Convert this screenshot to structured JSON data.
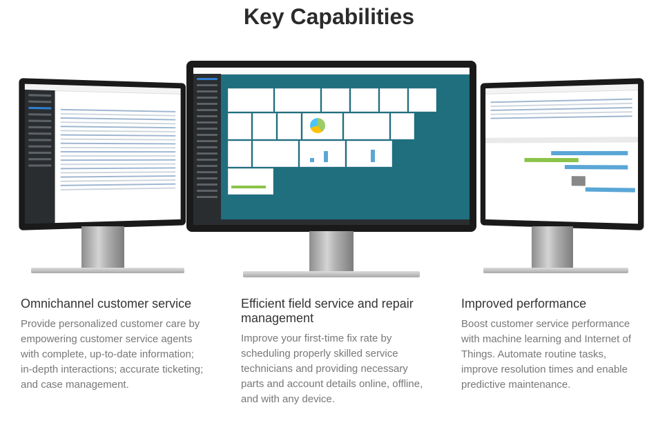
{
  "page": {
    "title": "Key Capabilities"
  },
  "capabilities": [
    {
      "heading": "Omnichannel customer service",
      "body": "Provide personalized customer care by empowering customer service agents with complete, up-to-date information; in-depth interactions; accurate ticketing; and case management."
    },
    {
      "heading": "Efficient field service and repair management",
      "body": "Improve your first-time fix rate by scheduling properly skilled service technicians and providing necessary parts and account details online, offline, and with any device."
    },
    {
      "heading": "Improved performance",
      "body": "Boost customer service performance with machine learning and Internet of Things. Automate routine tasks, improve resolution times and enable predictive maintenance."
    }
  ],
  "monitors": {
    "left_screen_icon": "ticket-list-screen",
    "center_screen_icon": "dashboard-screen",
    "right_screen_icon": "scheduling-gantt-screen",
    "colors": {
      "dashboard_bg": "#1f6f7f",
      "accent": "#2f7fd0",
      "bezel": "#1a1a1a"
    }
  }
}
